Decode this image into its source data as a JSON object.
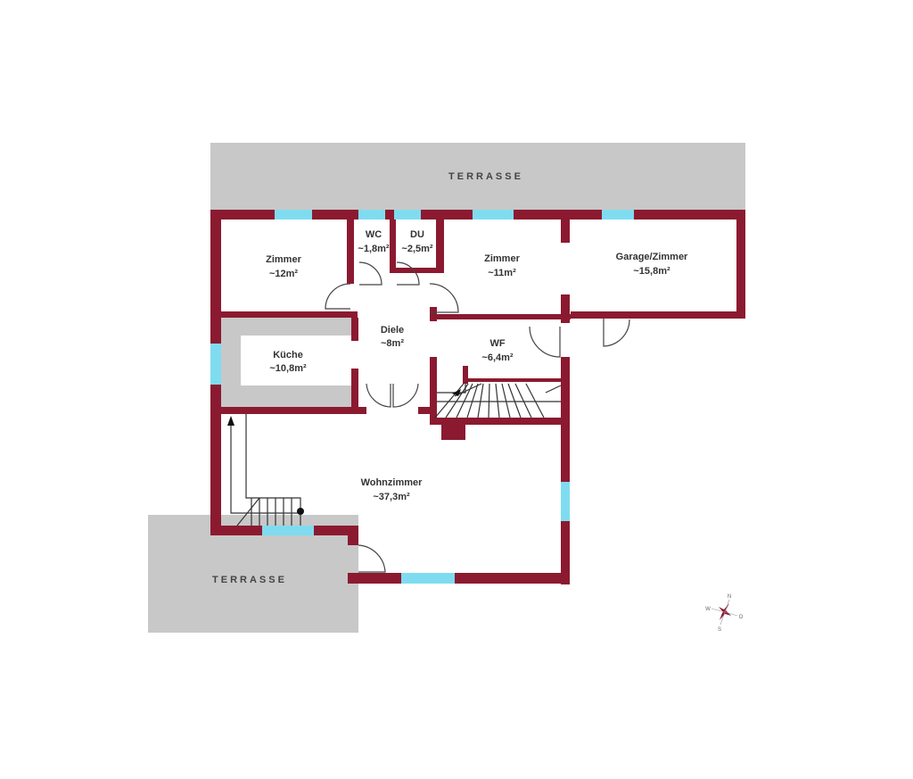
{
  "plan": {
    "terraces": [
      {
        "label": "TERRASSE"
      },
      {
        "label": "TERRASSE"
      }
    ],
    "rooms": [
      {
        "name": "Zimmer",
        "area": "~12m²"
      },
      {
        "name": "WC",
        "area": "~1,8m²"
      },
      {
        "name": "DU",
        "area": "~2,5m²"
      },
      {
        "name": "Zimmer",
        "area": "~11m²"
      },
      {
        "name": "Garage/Zimmer",
        "area": "~15,8m²"
      },
      {
        "name": "Küche",
        "area": "~10,8m²"
      },
      {
        "name": "Diele",
        "area": "~8m²"
      },
      {
        "name": "WF",
        "area": "~6,4m²"
      },
      {
        "name": "Wohnzimmer",
        "area": "~37,3m²"
      }
    ],
    "compass": {
      "n": "N",
      "w": "W",
      "o": "O",
      "s": "S"
    },
    "colors": {
      "wall": "#8b1a30",
      "window": "#7fdcf0",
      "terrace": "#c8c8c8"
    }
  }
}
